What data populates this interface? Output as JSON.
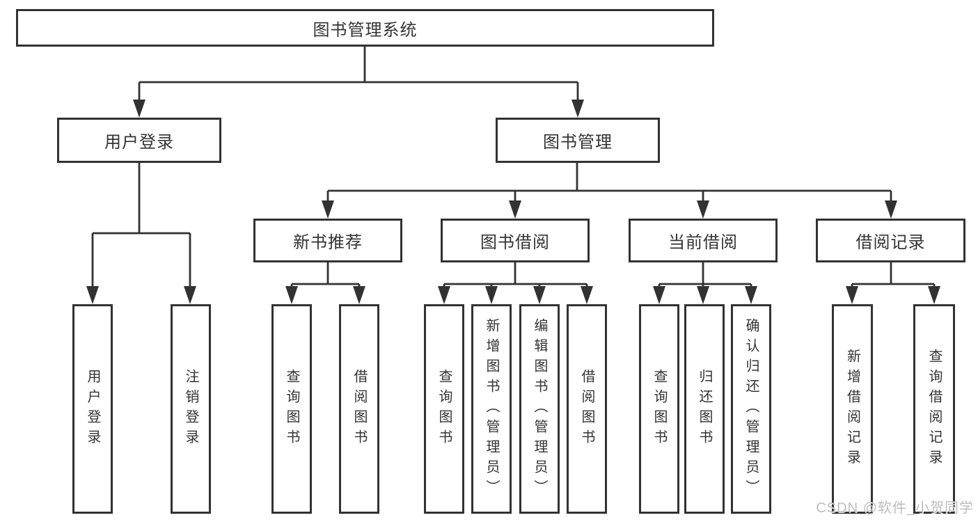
{
  "diagram_type": "tree",
  "root": {
    "label": "图书管理系统",
    "children": [
      {
        "label": "用户登录",
        "children": [
          {
            "label": "用户登录"
          },
          {
            "label": "注销登录"
          }
        ]
      },
      {
        "label": "图书管理",
        "children": [
          {
            "label": "新书推荐",
            "children": [
              {
                "label": "查询图书"
              },
              {
                "label": "借阅图书"
              }
            ]
          },
          {
            "label": "图书借阅",
            "children": [
              {
                "label": "查询图书"
              },
              {
                "label": "新增图书（管理员）"
              },
              {
                "label": "编辑图书（管理员）"
              },
              {
                "label": "借阅图书"
              }
            ]
          },
          {
            "label": "当前借阅",
            "children": [
              {
                "label": "查询图书"
              },
              {
                "label": "归还图书"
              },
              {
                "label": "确认归还（管理员）"
              }
            ]
          },
          {
            "label": "借阅记录",
            "children": [
              {
                "label": "新增借阅记录"
              },
              {
                "label": "查询借阅记录"
              }
            ]
          }
        ]
      }
    ]
  },
  "watermark": {
    "text": "CSDN @软件_小贺同学"
  },
  "colors": {
    "line": "#323232",
    "box_border": "#323232",
    "box_background": "#ffffff",
    "text": "#333333",
    "watermark": "#b8b8b8",
    "page_background": "#ffffff"
  }
}
